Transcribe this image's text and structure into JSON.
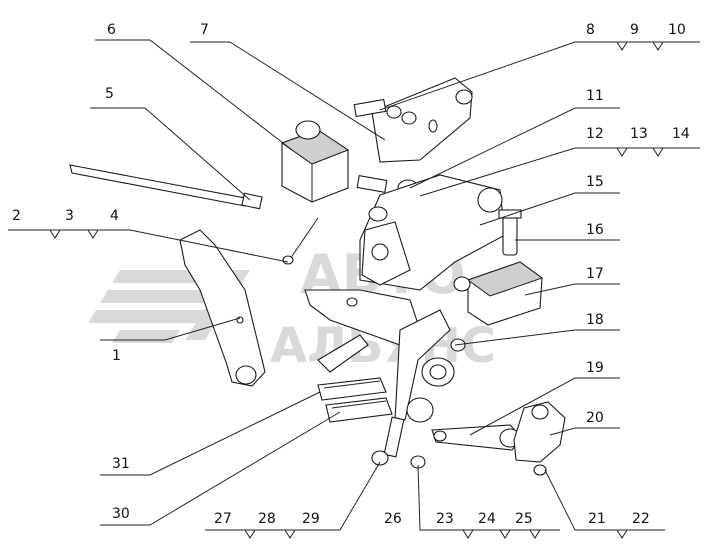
{
  "watermark": {
    "line1": "АВТО",
    "line2": "АЛЬЯНС",
    "color": "#d9d9d9"
  },
  "callouts": [
    {
      "id": "1",
      "label": "1"
    },
    {
      "id": "2",
      "label": "2"
    },
    {
      "id": "3",
      "label": "3"
    },
    {
      "id": "4",
      "label": "4"
    },
    {
      "id": "5",
      "label": "5"
    },
    {
      "id": "6",
      "label": "6"
    },
    {
      "id": "7",
      "label": "7"
    },
    {
      "id": "8",
      "label": "8"
    },
    {
      "id": "9",
      "label": "9"
    },
    {
      "id": "10",
      "label": "10"
    },
    {
      "id": "11",
      "label": "11"
    },
    {
      "id": "12",
      "label": "12"
    },
    {
      "id": "13",
      "label": "13"
    },
    {
      "id": "14",
      "label": "14"
    },
    {
      "id": "15",
      "label": "15"
    },
    {
      "id": "16",
      "label": "16"
    },
    {
      "id": "17",
      "label": "17"
    },
    {
      "id": "18",
      "label": "18"
    },
    {
      "id": "19",
      "label": "19"
    },
    {
      "id": "20",
      "label": "20"
    },
    {
      "id": "21",
      "label": "21"
    },
    {
      "id": "22",
      "label": "22"
    },
    {
      "id": "23",
      "label": "23"
    },
    {
      "id": "24",
      "label": "24"
    },
    {
      "id": "25",
      "label": "25"
    },
    {
      "id": "26",
      "label": "26"
    },
    {
      "id": "27",
      "label": "27"
    },
    {
      "id": "28",
      "label": "28"
    },
    {
      "id": "29",
      "label": "29"
    },
    {
      "id": "30",
      "label": "30"
    },
    {
      "id": "31",
      "label": "31"
    }
  ]
}
